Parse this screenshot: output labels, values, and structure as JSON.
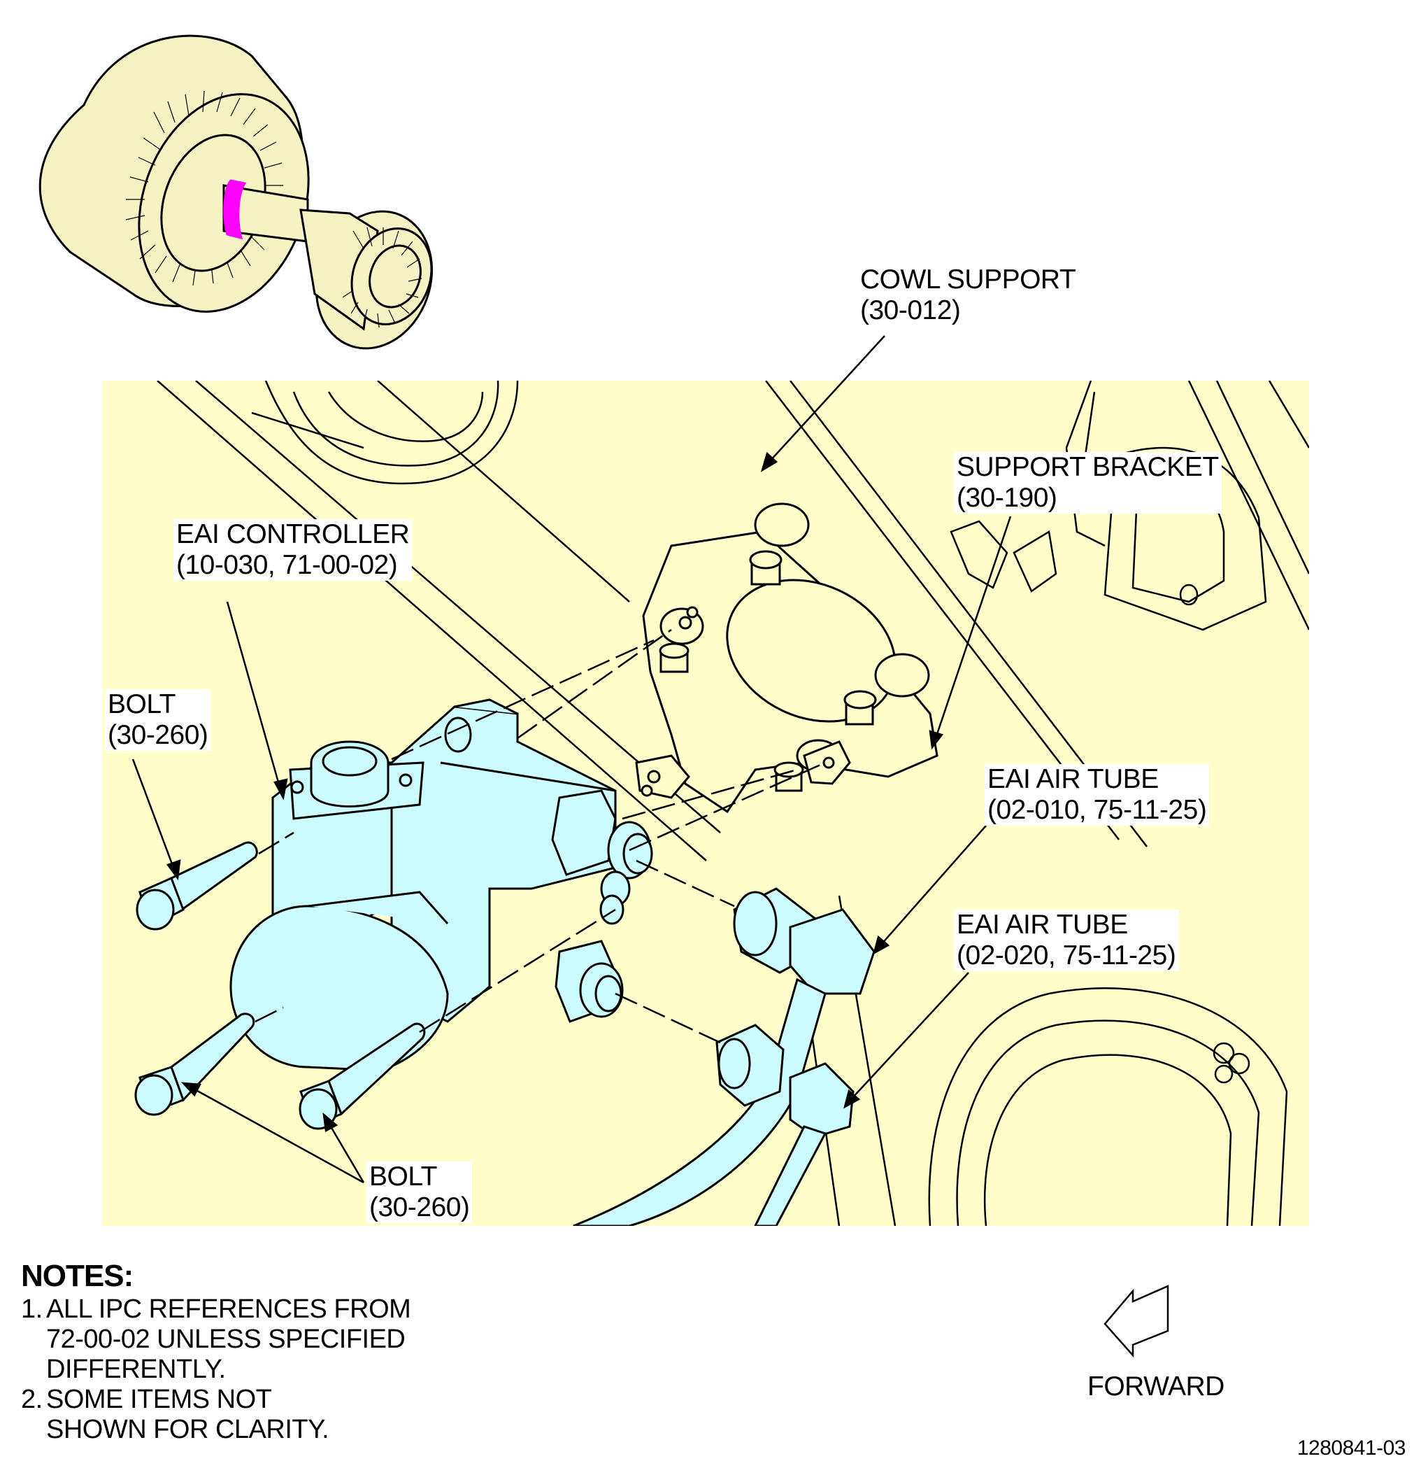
{
  "labels": {
    "cowl_support": [
      "COWL SUPPORT",
      "(30-012)"
    ],
    "support_bracket": [
      "SUPPORT BRACKET",
      "(30-190)"
    ],
    "eai_controller": [
      "EAI CONTROLLER",
      "(10-030, 71-00-02)"
    ],
    "bolt_upper": [
      "BOLT",
      "(30-260)"
    ],
    "eai_air_tube_1": [
      "EAI AIR TUBE",
      "(02-010, 75-11-25)"
    ],
    "eai_air_tube_2": [
      "EAI AIR TUBE",
      "(02-020, 75-11-25)"
    ],
    "bolt_lower": [
      "BOLT",
      "(30-260)"
    ]
  },
  "notes": {
    "title": "NOTES:",
    "items": [
      {
        "num": "1.",
        "lines": [
          "ALL IPC REFERENCES FROM",
          "72-00-02 UNLESS SPECIFIED",
          "DIFFERENTLY."
        ]
      },
      {
        "num": "2.",
        "lines": [
          "SOME ITEMS NOT",
          "SHOWN FOR CLARITY."
        ]
      }
    ]
  },
  "forward_label": "FORWARD",
  "figure_number": "1280841-03",
  "colors": {
    "background_panel": "#ffffcc",
    "engine_fill": "#f5f2c4",
    "highlight_parts": "#ccfcff",
    "locator_ring": "#ff00ff",
    "line": "#000000"
  }
}
